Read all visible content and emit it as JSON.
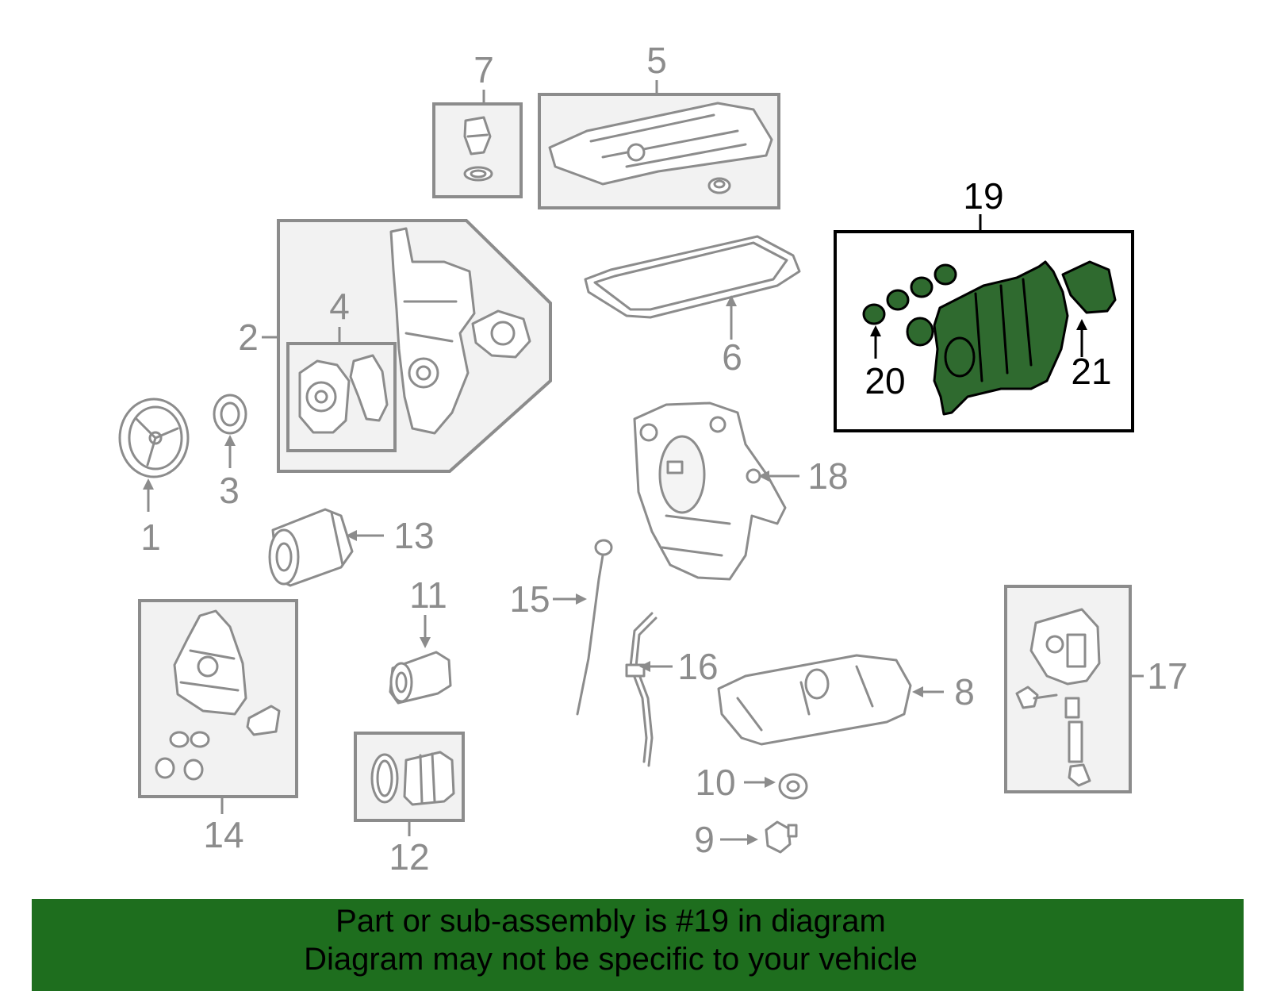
{
  "callouts": {
    "n1": "1",
    "n2": "2",
    "n3": "3",
    "n4": "4",
    "n5": "5",
    "n6": "6",
    "n7": "7",
    "n8": "8",
    "n9": "9",
    "n10": "10",
    "n11": "11",
    "n12": "12",
    "n13": "13",
    "n14": "14",
    "n15": "15",
    "n16": "16",
    "n17": "17",
    "n18": "18",
    "n19": "19",
    "n20": "20",
    "n21": "21"
  },
  "highlight": {
    "part": "19",
    "fill_color": "#2f6a2f",
    "outline_color": "#000000"
  },
  "colors": {
    "lineart": "#8c8c8c",
    "footer_bg": "#1e6e1e"
  },
  "footer": {
    "line1": "Part or sub-assembly is #19 in diagram",
    "line2": "Diagram may not be specific to your vehicle"
  }
}
